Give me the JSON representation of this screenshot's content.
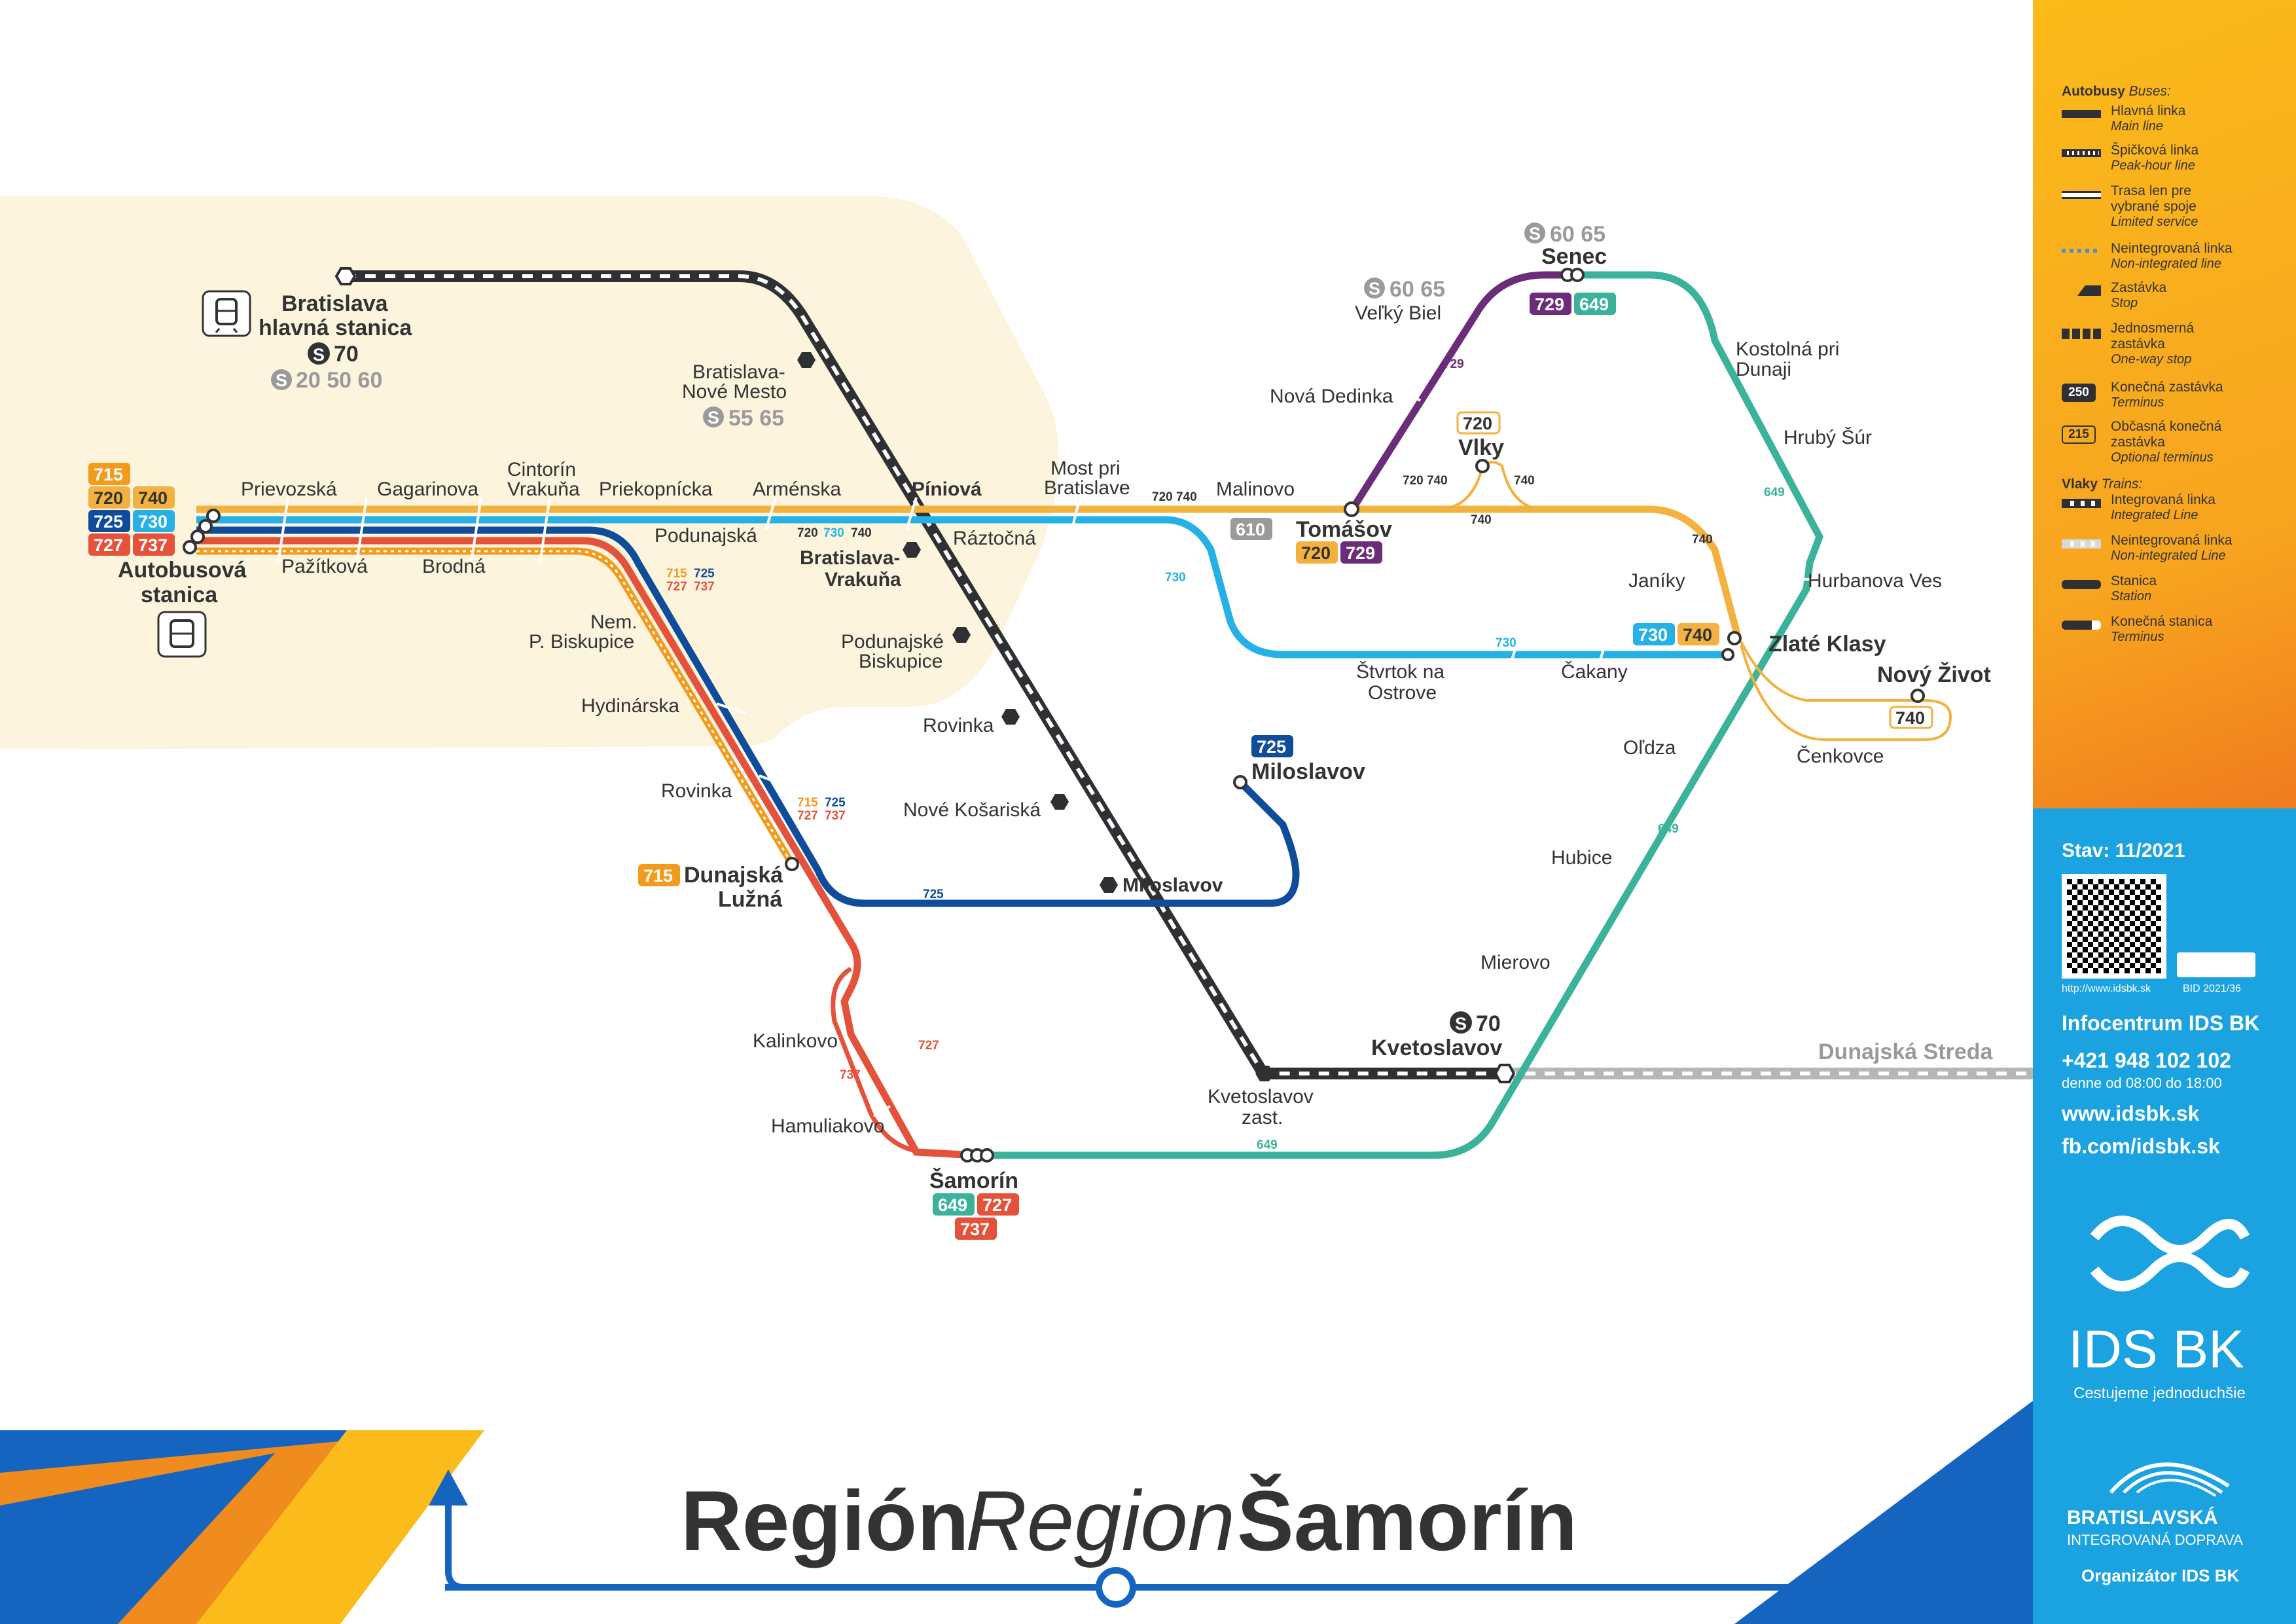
{
  "map": {
    "title_sk": "Región",
    "title_en": "Region",
    "title_place": "Šamorín",
    "line_colors": {
      "715": "#f29b1d",
      "720": "#f3b13f",
      "725": "#0f4c9a",
      "727": "#e4523b",
      "729": "#6b2d7a",
      "730": "#25b1e6",
      "737": "#e4523b",
      "740": "#f3b13f",
      "649": "#3bb39a",
      "610": "#9a9a9a",
      "train": "#2f3033",
      "train_nonint": "#b6b6b6"
    },
    "stations": {
      "bratislava_hl": "Bratislava",
      "bratislava_hl_2": "hlavná stanica",
      "s70_hl": "70",
      "s_gray_hl": "20 50 60",
      "bratislava_nm": "Bratislava-",
      "bratislava_nm_2": "Nové Mesto",
      "s_gray_nm": "55 65",
      "autobusova": "Autobusová",
      "autobusova_2": "stanica",
      "prievozska": "Prievozská",
      "gagarinova": "Gagarinova",
      "cintorin": "Cintorín",
      "cintorin_2": "Vrakuňa",
      "priekopnicka": "Priekopnícka",
      "armenska": "Arménska",
      "piniova": "Píniová",
      "most": "Most pri",
      "most_2": "Bratislave",
      "malinovo": "Malinovo",
      "pazitkova": "Pažítková",
      "brodna": "Brodná",
      "podunajska": "Podunajská",
      "br_vrakuna": "Bratislava-",
      "br_vrakuna_2": "Vrakuňa",
      "raztocna": "Ráztočná",
      "nem_bisk": "Nem.",
      "nem_bisk_2": "P. Biskupice",
      "podunajske_bisk": "Podunajské",
      "podunajske_bisk_2": "Biskupice",
      "hydinarska": "Hydinárska",
      "rovinka_w": "Rovinka",
      "rovinka_e": "Rovinka",
      "nove_kosariska": "Nové Košariská",
      "dunajska_luzna": "Dunajská",
      "dunajska_luzna_2": "Lužná",
      "miloslavov_train": "Miloslavov",
      "miloslavov_bus": "Miloslavov",
      "kalinkovo": "Kalinkovo",
      "hamuliakovo": "Hamuliakovo",
      "samorin": "Šamorín",
      "kvetoslavov_zast": "Kvetoslavov",
      "kvetoslavov_zast_2": "zast.",
      "kvetoslavov": "Kvetoslavov",
      "s70_kv": "70",
      "dunajska_streda": "Dunajská Streda",
      "mierovo": "Mierovo",
      "hubice": "Hubice",
      "oldza": "Oľdza",
      "stvrtok": "Štvrtok na",
      "stvrtok_2": "Ostrove",
      "cakany": "Čakany",
      "zlate_klasy": "Zlaté Klasy",
      "hurbanova": "Hurbanova Ves",
      "hruby_sur": "Hrubý Šúr",
      "kostolna": "Kostolná pri",
      "kostolna_2": "Dunaji",
      "senec": "Senec",
      "s_gray_senec": "60 65",
      "velky_biel": "Veľký Biel",
      "s_gray_vb": "60 65",
      "nova_dedinka": "Nová Dedinka",
      "tomasov": "Tomášov",
      "vlky": "Vlky",
      "janiky": "Janíky",
      "novy_zivot": "Nový Život",
      "cenkovce": "Čenkovce"
    },
    "badges": {
      "b715": "715",
      "b720": "720",
      "b740": "740",
      "b725": "725",
      "b730": "730",
      "b727": "727",
      "b737": "737",
      "b610": "610",
      "b729": "729",
      "b649": "649",
      "b715_dl": "715"
    },
    "line_labels": {
      "l720_740_most": "720 740",
      "l720": "720",
      "l730": "730",
      "l740": "740",
      "l715": "715",
      "l725": "725",
      "l727": "727",
      "l737": "737",
      "l729": "729",
      "l649": "649",
      "l720_740_vlky": "720 740"
    }
  },
  "legend": {
    "heading_sk": "Autobusy",
    "heading_en": "Buses:",
    "items": [
      {
        "sk": "Hlavná linka",
        "en": "Main line"
      },
      {
        "sk": "Špičková linka",
        "en": "Peak-hour line"
      },
      {
        "sk": "Trasa len pre vybrané spoje",
        "en": "Limited service"
      },
      {
        "sk": "Neintegrovaná linka",
        "en": "Non-integrated line"
      },
      {
        "sk": "Zastávka",
        "en": "Stop"
      },
      {
        "sk": "Jednosmerná zastávka",
        "en": "One-way stop"
      },
      {
        "sk": "Konečná zastávka",
        "en": "Terminus"
      },
      {
        "sk": "Občasná konečná zastávka",
        "en": "Optional terminus"
      }
    ],
    "trains_sk": "Vlaky",
    "trains_en": "Trains:",
    "train_items": [
      {
        "sk": "Integrovaná linka",
        "en": "Integrated Line"
      },
      {
        "sk": "Neintegrovaná linka",
        "en": "Non-integrated Line"
      },
      {
        "sk": "Stanica",
        "en": "Station"
      },
      {
        "sk": "Konečná stanica",
        "en": "Terminus"
      }
    ],
    "sample_250": "250",
    "sample_215": "215"
  },
  "info": {
    "status": "Stav: 11/2021",
    "qr_url": "http://www.idsbk.sk",
    "bid": "BID 2021/36",
    "infocentrum": "Infocentrum IDS BK",
    "phone": "+421 948 102 102",
    "hours": "denne od 08:00 do 18:00",
    "web": "www.idsbk.sk",
    "fb": "fb.com/idsbk.sk",
    "ids_logo": "IDS BK",
    "slogan": "Cestujeme jednoduchšie",
    "brand_1": "BRATISLAVSKÁ",
    "brand_2": "INTEGROVANÁ DOPRAVA",
    "organizer": "Organizátor IDS BK"
  }
}
